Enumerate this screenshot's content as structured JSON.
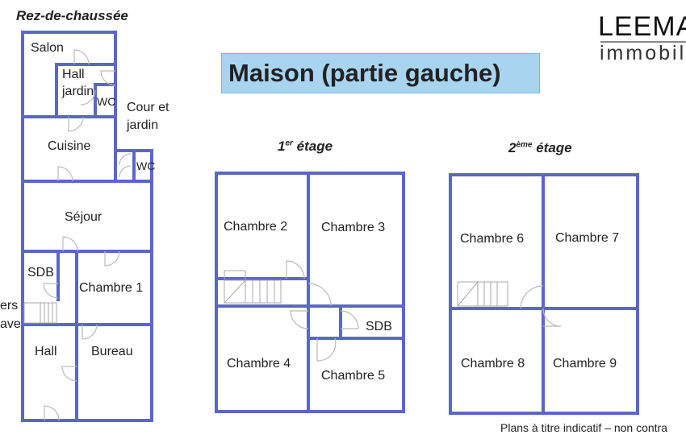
{
  "title": "Maison (partie gauche)",
  "logo": {
    "name": "LEEMAN",
    "sub": "immobili"
  },
  "footer": "Plans à titre indicatif – non contra",
  "colors": {
    "wall": "#5b66c9",
    "door": "#bbbbbb",
    "title_bg": "#a8d4f0"
  },
  "ground_floor": {
    "heading": "Rez-de-chaussée",
    "rooms": {
      "salon": "Salon",
      "hall_jardin_1": "Hall",
      "hall_jardin_2": "jardin",
      "wc1": "WC",
      "cour_1": "Cour et",
      "cour_2": "jardin",
      "cuisine": "Cuisine",
      "wc2": "WC",
      "sejour": "Séjour",
      "sdb": "SDB",
      "chambre1": "Chambre 1",
      "cave_1": "ers",
      "cave_2": "ave",
      "hall": "Hall",
      "bureau": "Bureau"
    }
  },
  "first_floor": {
    "heading_num": "1",
    "heading_sup": "er",
    "heading_text": " étage",
    "rooms": {
      "chambre2": "Chambre 2",
      "chambre3": "Chambre 3",
      "chambre4": "Chambre 4",
      "chambre5": "Chambre 5",
      "sdb": "SDB"
    }
  },
  "second_floor": {
    "heading_num": "2",
    "heading_sup": "ème",
    "heading_text": " étage",
    "rooms": {
      "chambre6": "Chambre 6",
      "chambre7": "Chambre 7",
      "chambre8": "Chambre 8",
      "chambre9": "Chambre 9"
    }
  }
}
